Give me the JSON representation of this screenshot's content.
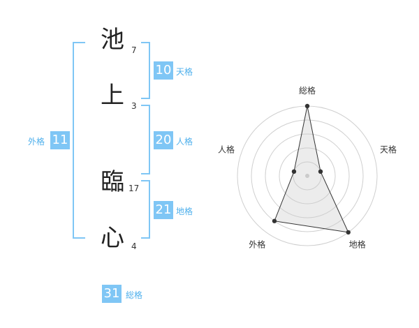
{
  "name": {
    "characters": [
      {
        "char": "池",
        "strokes": "7"
      },
      {
        "char": "上",
        "strokes": "3"
      },
      {
        "char": "臨",
        "strokes": "17"
      },
      {
        "char": "心",
        "strokes": "4"
      }
    ]
  },
  "kaku": {
    "tenkaku": {
      "value": "10",
      "label": "天格"
    },
    "jinkaku": {
      "value": "20",
      "label": "人格"
    },
    "chikaku": {
      "value": "21",
      "label": "地格"
    },
    "gaikaku": {
      "value": "11",
      "label": "外格"
    },
    "soukaku": {
      "value": "31",
      "label": "総格"
    }
  },
  "chart_data": {
    "type": "radar",
    "axes": [
      "総格",
      "天格",
      "地格",
      "外格",
      "人格"
    ],
    "values": [
      5,
      1,
      5,
      4,
      1
    ],
    "rmax": 5,
    "rings": 5
  }
}
